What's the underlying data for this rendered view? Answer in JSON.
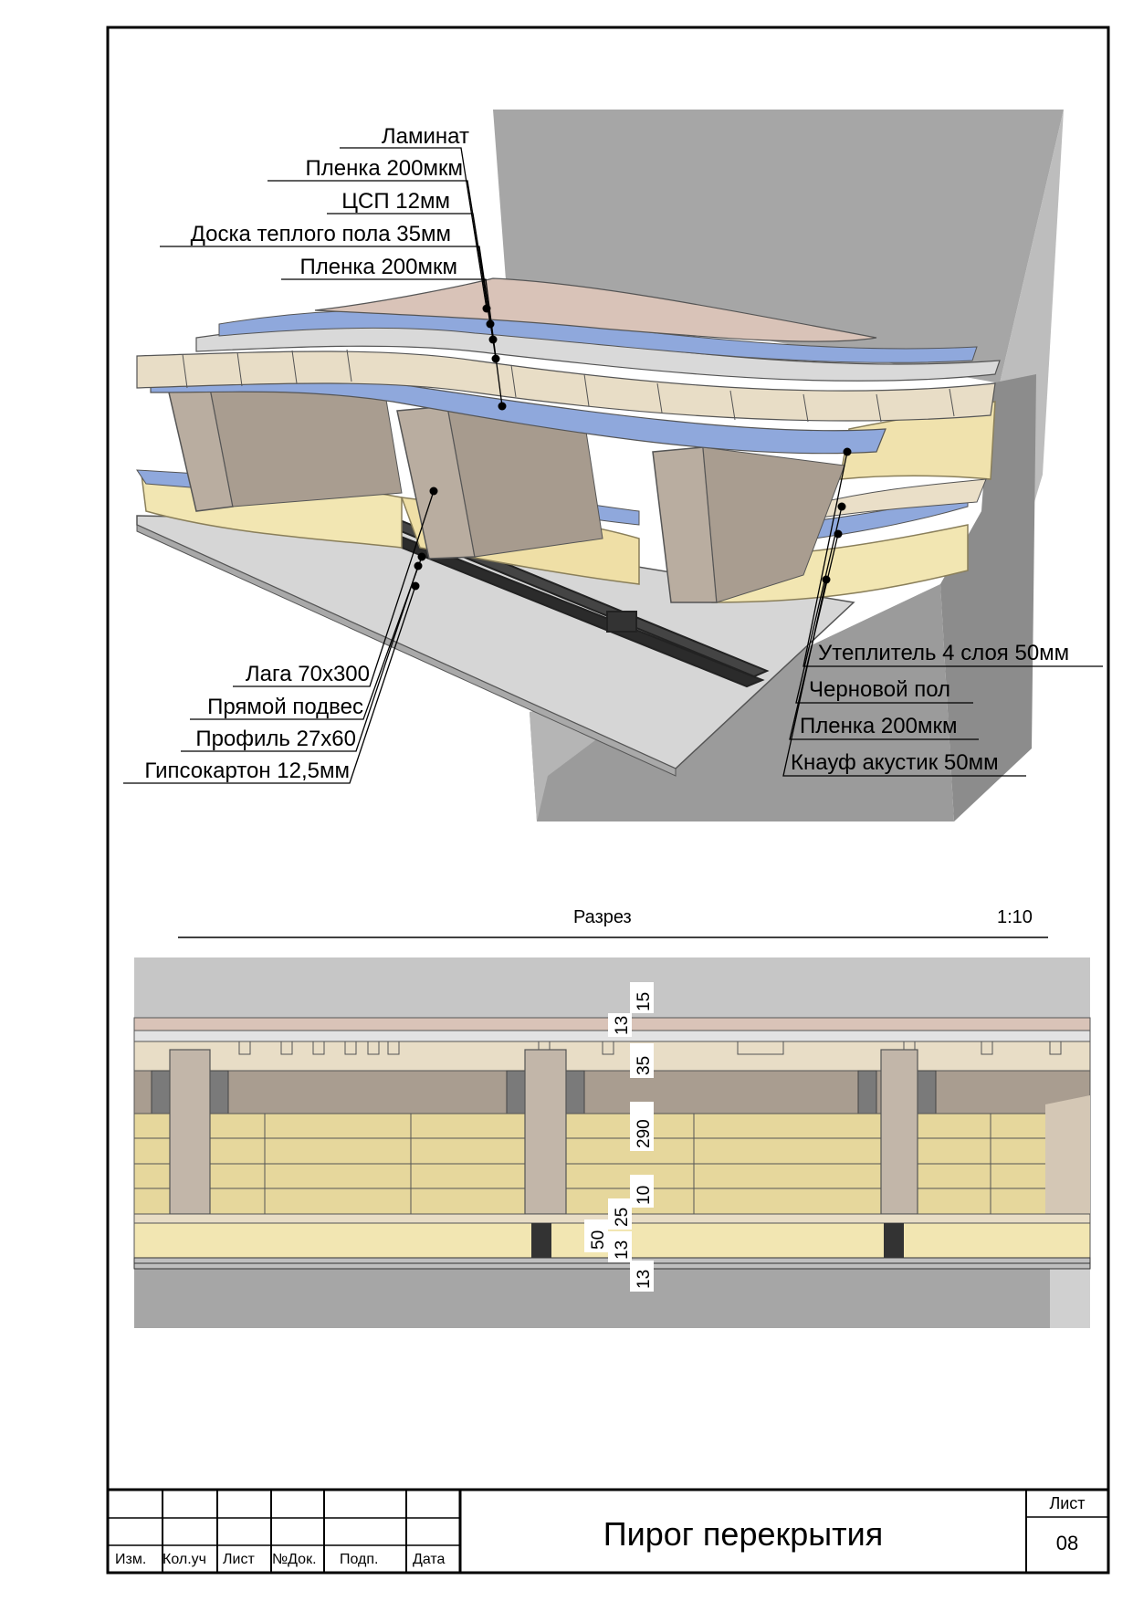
{
  "drawing": {
    "callouts_top": [
      "Ламинат",
      "Пленка 200мкм",
      "ЦСП 12мм",
      "Доска теплого пола 35мм",
      "Пленка 200мкм"
    ],
    "callouts_bottom_left": [
      "Лага 70х300",
      "Прямой подвес",
      "Профиль 27х60",
      "Гипсокартон 12,5мм"
    ],
    "callouts_bottom_right": [
      "Утеплитель 4 слоя 50мм",
      "Черновой пол",
      "Пленка 200мкм",
      "Кнауф акустик 50мм"
    ]
  },
  "section": {
    "title": "Разрез",
    "scale": "1:10",
    "dimensions": [
      "15",
      "13",
      "35",
      "290",
      "10",
      "25",
      "50",
      "13",
      "13"
    ]
  },
  "title_block": {
    "columns": [
      "Изм.",
      "Кол.уч",
      "Лист",
      "№Док.",
      "Подп.",
      "Дата"
    ],
    "sheet_title": "Пирог перекрытия",
    "sheet_label": "Лист",
    "sheet_number": "08"
  },
  "colors": {
    "wall": "#a6a6a6",
    "insulation": "#f2e6b2",
    "film": "#8fa8dc",
    "timber": "#b9ada0",
    "laminate": "#d9c3b8",
    "board": "#e8ddc6",
    "drywall": "#d6d6d6"
  }
}
